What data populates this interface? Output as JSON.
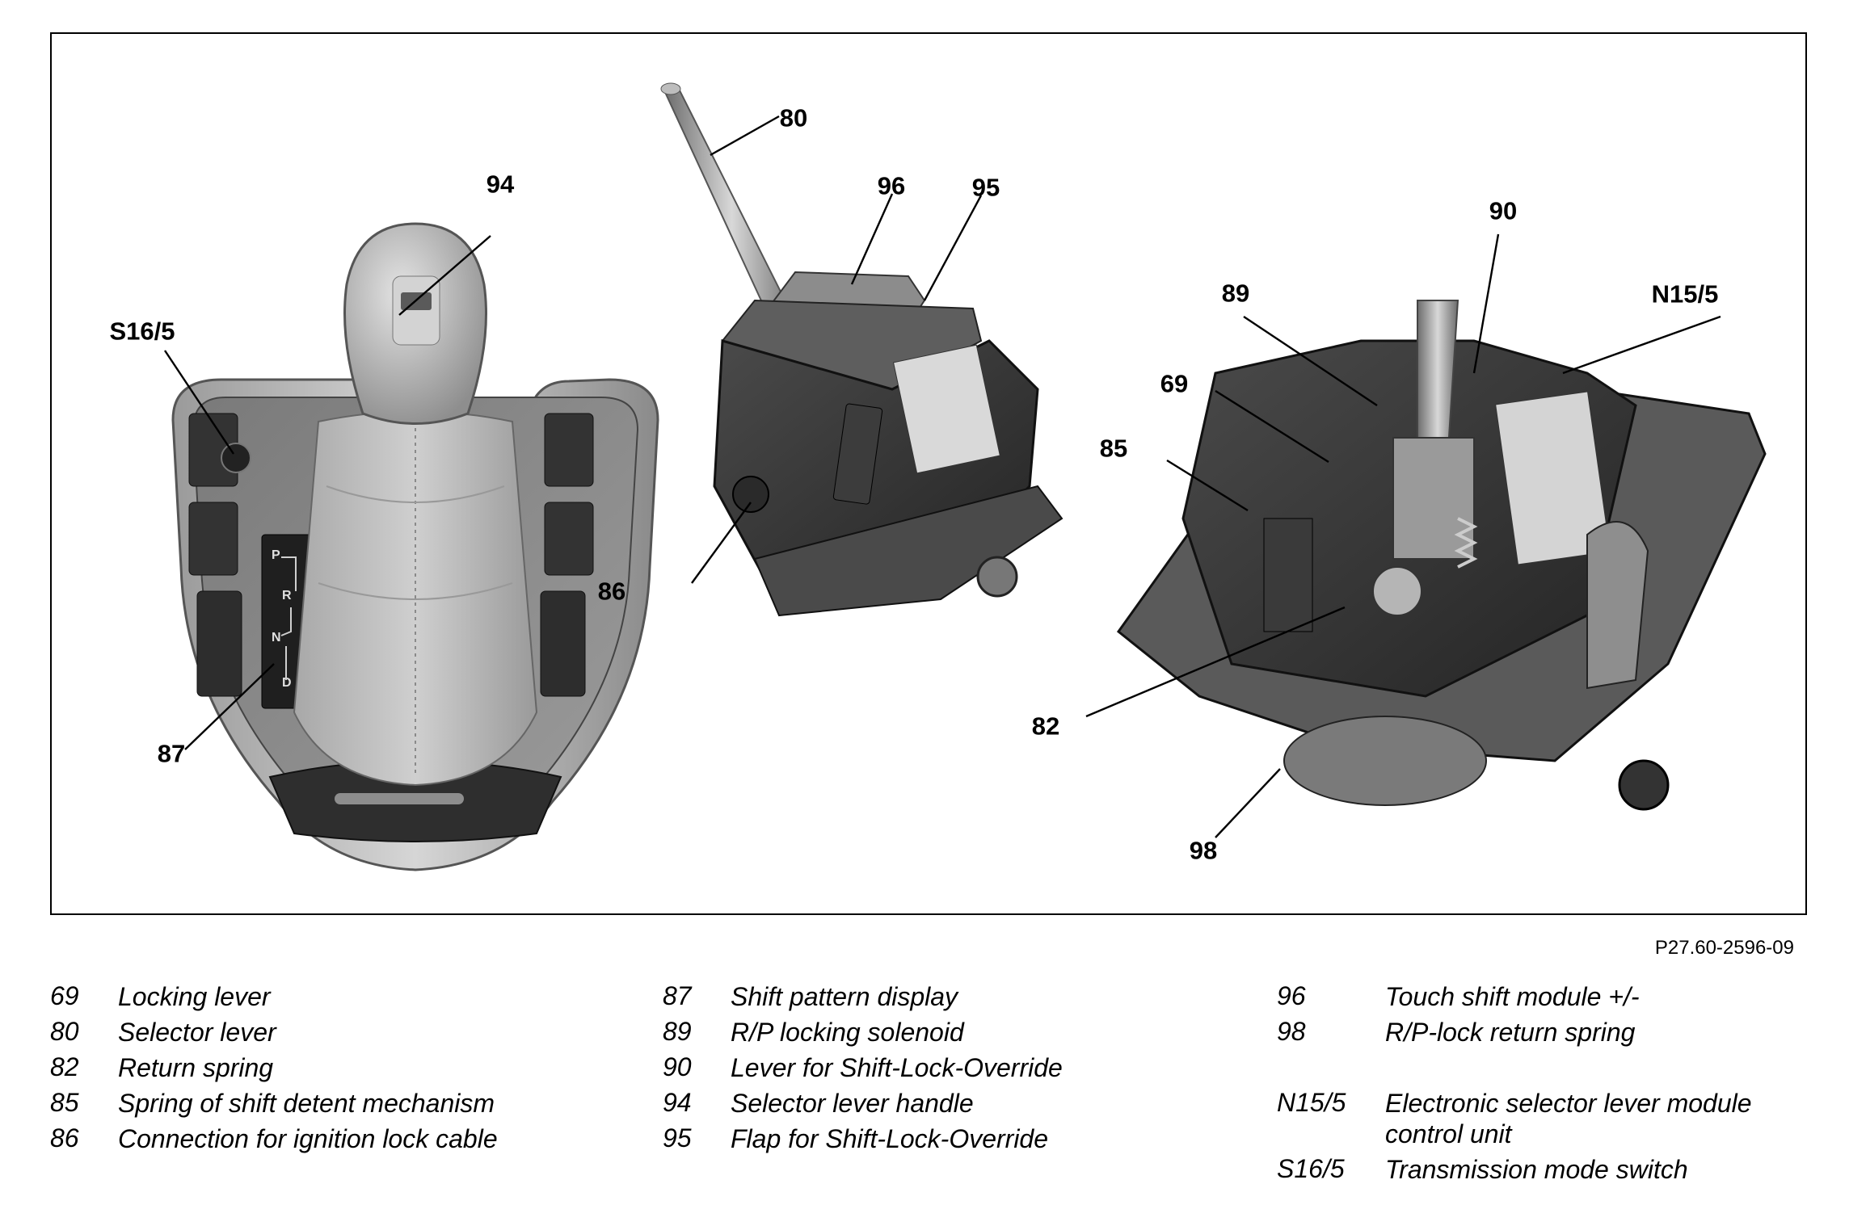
{
  "figure": {
    "reference": "P27.60-2596-09",
    "shift_display_letters": [
      "P",
      "R",
      "N",
      "D"
    ],
    "callouts": [
      "94",
      "S16/5",
      "87",
      "80",
      "96",
      "95",
      "86",
      "90",
      "89",
      "69",
      "85",
      "N15/5",
      "82",
      "98"
    ]
  },
  "legend": {
    "col1": [
      {
        "id": "69",
        "text": "Locking lever"
      },
      {
        "id": "80",
        "text": "Selector lever"
      },
      {
        "id": "82",
        "text": "Return spring"
      },
      {
        "id": "85",
        "text": "Spring of shift detent mechanism"
      },
      {
        "id": "86",
        "text": "Connection for ignition lock cable"
      }
    ],
    "col2": [
      {
        "id": "87",
        "text": "Shift pattern display"
      },
      {
        "id": "89",
        "text": "R/P locking solenoid"
      },
      {
        "id": "90",
        "text": "Lever for Shift-Lock-Override"
      },
      {
        "id": "94",
        "text": "Selector lever handle"
      },
      {
        "id": "95",
        "text": "Flap for Shift-Lock-Override"
      }
    ],
    "col3": [
      {
        "id": "96",
        "text": "Touch shift module +/-"
      },
      {
        "id": "98",
        "text": "R/P-lock return spring"
      },
      {
        "id": "N15/5",
        "text": "Electronic selector lever module control unit"
      },
      {
        "id": "S16/5",
        "text": "Transmission mode switch"
      }
    ]
  },
  "colors": {
    "frame": "#000000",
    "part_dark": "#2e2e2e",
    "part_mid": "#6a6a6a",
    "part_light": "#bdbdbd",
    "trim": "#8a8a8a"
  }
}
